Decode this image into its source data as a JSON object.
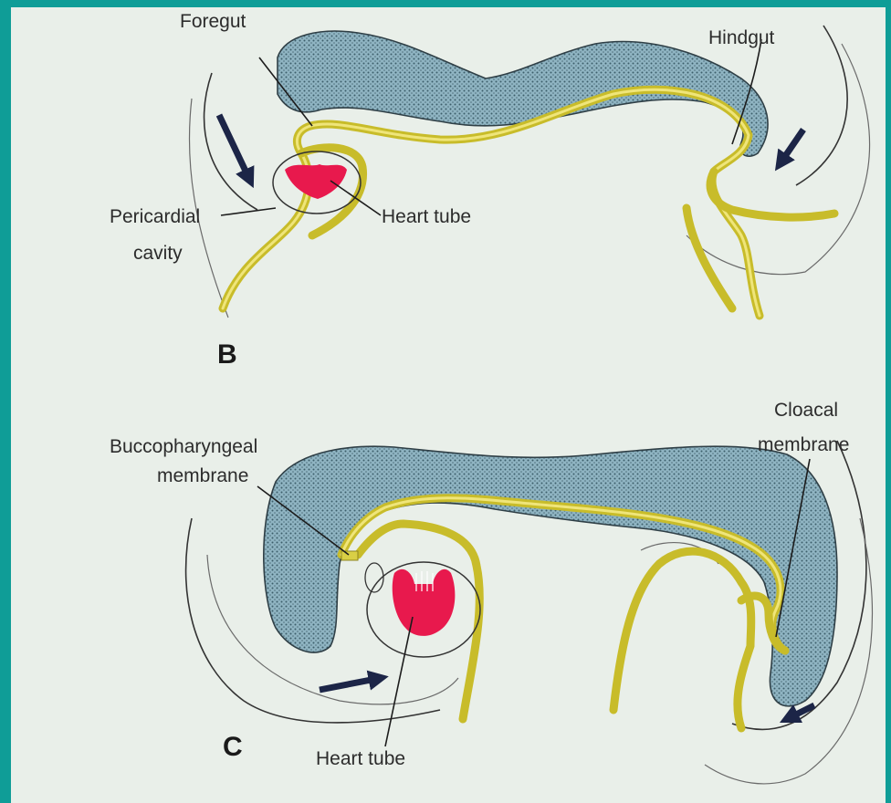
{
  "panels": [
    {
      "letter": "B",
      "labels": {
        "foregut": "Foregut",
        "hindgut": "Hindgut",
        "pericardial_line1": "Pericardial",
        "pericardial_line2": "cavity",
        "heart_tube": "Heart tube"
      }
    },
    {
      "letter": "C",
      "labels": {
        "bucco_line1": "Buccopharyngeal",
        "bucco_line2": "membrane",
        "cloacal_line1": "Cloacal",
        "cloacal_line2": "membrane",
        "heart_tube": "Heart tube"
      }
    }
  ],
  "colors": {
    "frame": "#0f9d97",
    "background": "#e9efe9",
    "ectoderm": "#8fb4c2",
    "endoderm": "#d9cf45",
    "heart": "#e8194d",
    "arrows": "#1c2547"
  }
}
